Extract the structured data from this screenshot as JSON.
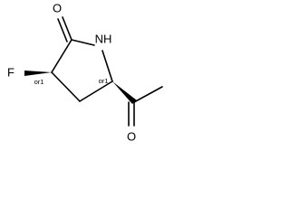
{
  "molecule": {
    "atoms": {
      "carbonyl_oxygen": "O",
      "ring_nitrogen": "NH",
      "fluorine": "F",
      "acetyl_oxygen": "O"
    },
    "stereo_labels": {
      "c3": "or1",
      "c5": "or1"
    }
  }
}
